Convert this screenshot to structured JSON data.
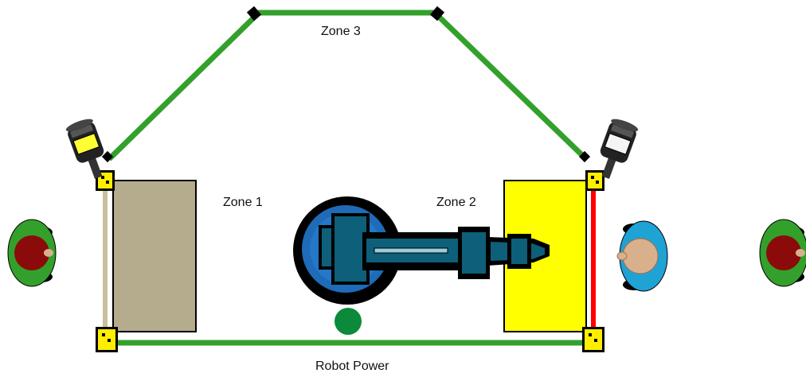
{
  "labels": {
    "zone1": "Zone 1",
    "zone2": "Zone 2",
    "zone3": "Zone 3",
    "robot_power": "Robot Power"
  },
  "colors": {
    "zone3_boundary": "#33a02c",
    "zone1_area": "#b5ab8d",
    "zone2_area": "#ffff00",
    "zone1_curtain": "#c8bfa0",
    "zone2_curtain": "#ff0000",
    "post": "#ffee00",
    "robot_base": "#000000",
    "robot_blue": "#1e6bb8",
    "robot_arm": "#0d5f7a",
    "power_indicator": "#0a8a3a",
    "person_green_shirt": "#33a02c",
    "person_blue_shirt": "#1fa2d4",
    "person_red_hair": "#8b0a0a",
    "person_skin": "#d9b08c"
  },
  "icons": {
    "scanner_left": "safety-scanner-icon",
    "scanner_right": "safety-scanner-icon",
    "robot": "industrial-robot-icon",
    "persons": "person-top-view-icon"
  },
  "indicators": {
    "scanner_left_lit": true,
    "scanner_right_lit": false,
    "robot_power_on": true
  }
}
